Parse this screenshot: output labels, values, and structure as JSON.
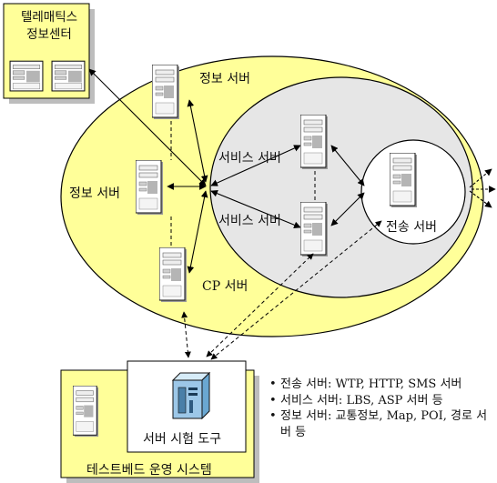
{
  "telematics_center": {
    "title_line1": "텔레매틱스",
    "title_line2": "정보센터"
  },
  "labels": {
    "info_server_top": "정보 서버",
    "info_server_left": "정보 서버",
    "service_server_top": "서비스 서버",
    "service_server_bottom": "서비스 서버",
    "transfer_server": "전송 서버",
    "cp_server": "CP 서버",
    "test_tool": "서버 시험 도구",
    "testbed_title": "테스트베드 운영 시스템"
  },
  "legend": [
    "전송 서버: WTP, HTTP, SMS 서버",
    "서비스 서버: LBS, ASP 서버 등",
    "정보 서버: 교통정보, Map, POI, 경로 서버 등"
  ],
  "colors": {
    "yellow_fill": "#ffff99",
    "inner_fill": "#e6e6e6",
    "box_shadow": "#bdbdbd",
    "line": "#000000"
  }
}
